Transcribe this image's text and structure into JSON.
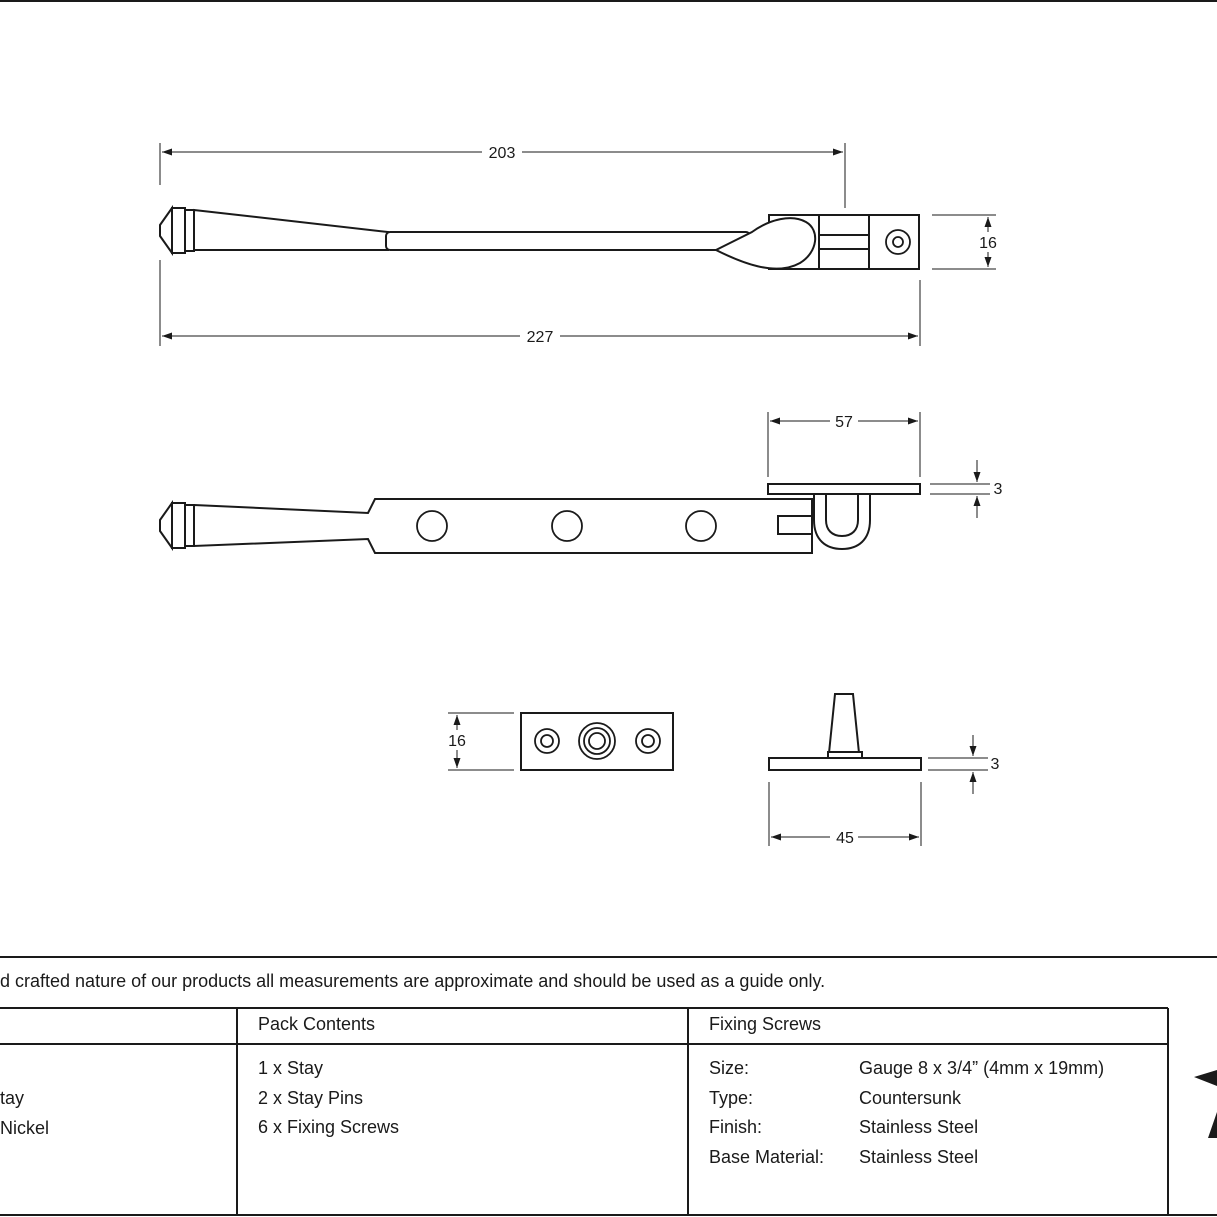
{
  "dimensions": {
    "top_length": "203",
    "top_height": "16",
    "overall_length": "227",
    "bracket_length": "57",
    "bracket_thickness": "3",
    "pin_plate_width": "16",
    "pin_plate_thickness": "3",
    "pin_plate_length": "45"
  },
  "disclaimer": "d crafted nature of our products all measurements are approximate and should be used as a guide only.",
  "spec_table": {
    "left_column_fragments": [
      "tay",
      "Nickel"
    ],
    "pack_contents": {
      "header": "Pack Contents",
      "items": [
        "1 x Stay",
        "2 x Stay Pins",
        "6 x Fixing Screws"
      ]
    },
    "fixing_screws": {
      "header": "Fixing Screws",
      "rows": [
        {
          "label": "Size:",
          "value": "Gauge 8 x 3/4” (4mm x 19mm)"
        },
        {
          "label": "Type:",
          "value": "Countersunk"
        },
        {
          "label": "Finish:",
          "value": "Stainless Steel"
        },
        {
          "label": "Base Material:",
          "value": "Stainless Steel"
        }
      ]
    }
  },
  "colors": {
    "line": "#1a1a1a",
    "background": "#ffffff"
  }
}
